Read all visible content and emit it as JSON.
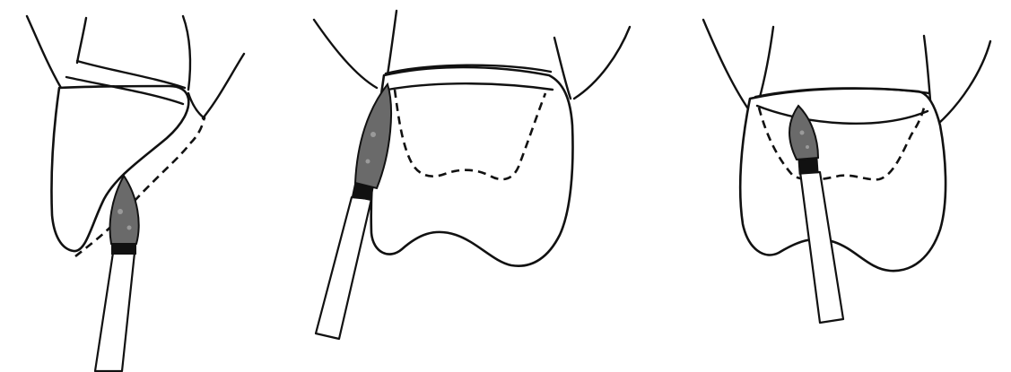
{
  "figure": {
    "panels": [
      {
        "id": "panel-1",
        "tooth_view": "proximal",
        "instrument": "bur",
        "icon": "tooth-bur-illustration"
      },
      {
        "id": "panel-2",
        "tooth_view": "buccal",
        "instrument": "bur",
        "icon": "tooth-bur-illustration"
      },
      {
        "id": "panel-3",
        "tooth_view": "buccal",
        "instrument": "bur",
        "icon": "tooth-bur-illustration"
      }
    ],
    "colors": {
      "line": "#111111",
      "bur": "#6a6a6a",
      "background": "#ffffff"
    }
  }
}
